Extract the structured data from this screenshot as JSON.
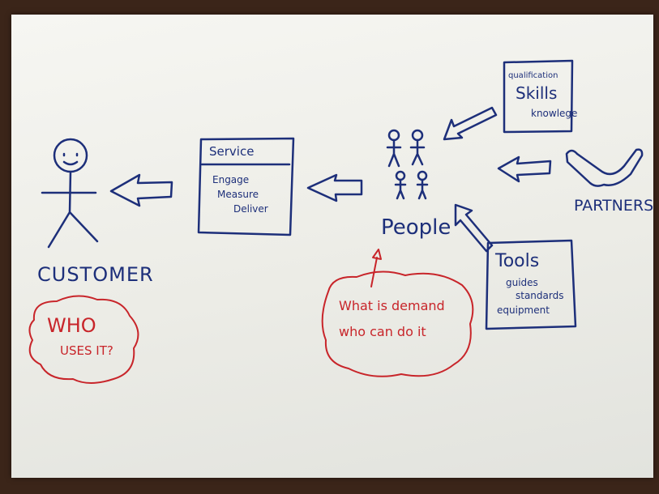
{
  "customer": {
    "label": "CUSTOMER",
    "cloud_line1": "WHO",
    "cloud_line2": "USES IT?"
  },
  "service": {
    "title": "Service",
    "items": [
      "Engage",
      "Measure",
      "Deliver"
    ]
  },
  "people": {
    "label": "People",
    "cloud_line1": "What is demand",
    "cloud_line2": "who can do it"
  },
  "skills": {
    "line1": "qualification",
    "line2": "Skills",
    "line3": "knowlege"
  },
  "partners": {
    "label": "PARTNERS"
  },
  "tools": {
    "title": "Tools",
    "items": [
      "guides",
      "standards",
      "equipment"
    ]
  },
  "colors": {
    "ink_blue": "#1d2f7a",
    "ink_red": "#c8252a",
    "paper": "#f2f2ee",
    "table": "#3b2519"
  }
}
